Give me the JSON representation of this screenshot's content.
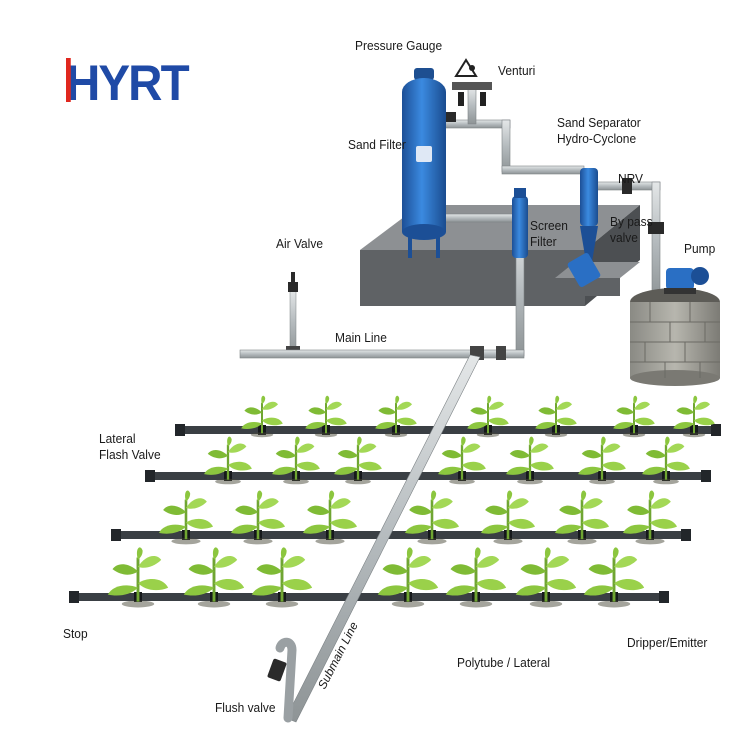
{
  "logo": {
    "text": "HYRT"
  },
  "labels": {
    "pressure_gauge": "Pressure Gauge",
    "venturi": "Venturi",
    "sand_filter": "Sand Filter",
    "sand_separator": "Sand Separator",
    "hydro_cyclone": "Hydro-Cyclone",
    "nrv": "NRV",
    "by_pass": "By pass",
    "valve": "valve",
    "screen": "Screen",
    "filter": "Filter",
    "pump": "Pump",
    "air_valve": "Air Valve",
    "main_line": "Main Line",
    "lateral": "Lateral",
    "flash_valve": "Flash Valve",
    "stop": "Stop",
    "polytube": "Polytube / Lateral",
    "dripper": "Dripper/Emitter",
    "flush_valve": "Flush valve",
    "submain_line": "Submain Line"
  },
  "colors": {
    "pipe": "#b9bfc2",
    "lateral_pipe": "#3a3f44",
    "tank": "#2a6fc4",
    "slab": "#6f7275",
    "leaf": "#8cc63f",
    "brand": "#1f4aa6"
  }
}
